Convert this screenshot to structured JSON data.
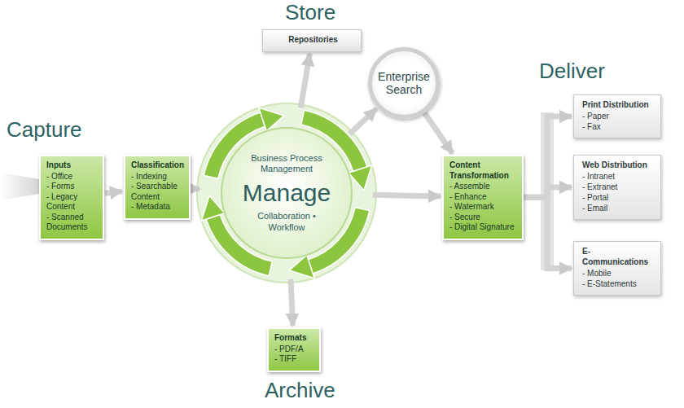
{
  "diagram": {
    "nodes": [
      {
        "text": [
          "Inputs",
          "- Office",
          "- Forms",
          "- Legacy Content",
          "- Scanned Documents"
        ]
      },
      {
        "text": [
          "Classification",
          "- Indexing",
          "- Searchable Content",
          "- Metadata"
        ]
      },
      {
        "text": [
          "Business Process Management",
          "Manage",
          "Collaboration • Workflow"
        ]
      },
      {
        "text": [
          "Repositories"
        ]
      },
      {
        "text": [
          "Enterprise Search"
        ]
      },
      {
        "text": [
          "Content Transformation",
          "- Assemble",
          "- Enhance",
          "- Watermark",
          "- Secure",
          "- Digital Signature"
        ]
      },
      {
        "text": [
          "Print Distribution",
          "- Paper",
          "- Fax"
        ]
      },
      {
        "text": [
          "Web Distribution",
          "- Intranet",
          "- Extranet",
          "- Portal",
          "- Email"
        ]
      },
      {
        "text": [
          "E-Communications",
          "- Mobile",
          "- E-Statements"
        ]
      },
      {
        "text": [
          "Formats",
          "- PDF/A",
          "- TIFF"
        ]
      }
    ],
    "edges": [
      {
        "from": 0,
        "to": 1,
        "arrow": "to"
      },
      {
        "from": 1,
        "to": 2,
        "arrow": "to"
      },
      {
        "from": 2,
        "to": 3,
        "arrow": "to"
      },
      {
        "from": 2,
        "to": 4,
        "arrow": "to"
      },
      {
        "from": 4,
        "to": 5,
        "arrow": "to"
      },
      {
        "from": 2,
        "to": 5,
        "arrow": "to"
      },
      {
        "from": 2,
        "to": 9,
        "arrow": "to"
      },
      {
        "from": 5,
        "to": 6,
        "arrow": "to"
      },
      {
        "from": 5,
        "to": 7,
        "arrow": "to"
      },
      {
        "from": 5,
        "to": 8,
        "arrow": "to"
      }
    ],
    "labels": [
      "Capture",
      "Store",
      "Deliver",
      "Archive"
    ]
  }
}
